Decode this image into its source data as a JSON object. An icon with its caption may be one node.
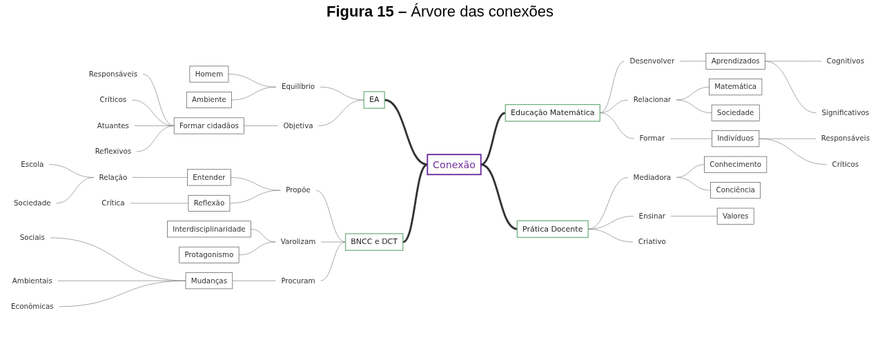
{
  "diagram": {
    "title": "**Figura 15 –** Árvore das conexões",
    "nodes": [
      {
        "text": [
          "Conexão"
        ]
      },
      {
        "text": [
          "EA"
        ]
      },
      {
        "text": [
          "Equilíbrio"
        ]
      },
      {
        "text": [
          "Homem"
        ]
      },
      {
        "text": [
          "Ambiente"
        ]
      },
      {
        "text": [
          "Objetiva"
        ]
      },
      {
        "text": [
          "Formar cidadãos"
        ]
      },
      {
        "text": [
          "Responsáveis"
        ]
      },
      {
        "text": [
          "Críticos"
        ]
      },
      {
        "text": [
          "Atuantes"
        ]
      },
      {
        "text": [
          "Reflexivos"
        ]
      },
      {
        "text": [
          "Educação Matemática"
        ]
      },
      {
        "text": [
          "Desenvolver"
        ]
      },
      {
        "text": [
          "Aprendizados"
        ]
      },
      {
        "text": [
          "Cognitivos"
        ]
      },
      {
        "text": [
          "Significativos"
        ]
      },
      {
        "text": [
          "Relacionar"
        ]
      },
      {
        "text": [
          "Matemática"
        ]
      },
      {
        "text": [
          "Sociedade"
        ]
      },
      {
        "text": [
          "Formar"
        ]
      },
      {
        "text": [
          "Indivíduos"
        ]
      },
      {
        "text": [
          "Responsáveis"
        ]
      },
      {
        "text": [
          "Críticos"
        ]
      },
      {
        "text": [
          "BNCC e DCT"
        ]
      },
      {
        "text": [
          "Propõe"
        ]
      },
      {
        "text": [
          "Entender"
        ]
      },
      {
        "text": [
          "Relação"
        ]
      },
      {
        "text": [
          "Escola"
        ]
      },
      {
        "text": [
          "Sociedade"
        ]
      },
      {
        "text": [
          "Reflexão"
        ]
      },
      {
        "text": [
          "Crítica"
        ]
      },
      {
        "text": [
          "Varolizam"
        ]
      },
      {
        "text": [
          "Interdisciplinaridade"
        ]
      },
      {
        "text": [
          "Protagonismo"
        ]
      },
      {
        "text": [
          "Procuram"
        ]
      },
      {
        "text": [
          "Mudanças"
        ]
      },
      {
        "text": [
          "Sociais"
        ]
      },
      {
        "text": [
          "Ambientais"
        ]
      },
      {
        "text": [
          "Econômicas"
        ]
      },
      {
        "text": [
          "Prática Docente"
        ]
      },
      {
        "text": [
          "Mediadora"
        ]
      },
      {
        "text": [
          "Conhecimento"
        ]
      },
      {
        "text": [
          "Conciência"
        ]
      },
      {
        "text": [
          "Ensinar"
        ]
      },
      {
        "text": [
          "Valores"
        ]
      },
      {
        "text": [
          "Criativo"
        ]
      }
    ],
    "edges": [
      {
        "from": 1,
        "to": 0,
        "arrow": "none",
        "style": "thick"
      },
      {
        "from": 2,
        "to": 1,
        "arrow": "none"
      },
      {
        "from": 3,
        "to": 2,
        "arrow": "none"
      },
      {
        "from": 4,
        "to": 2,
        "arrow": "none"
      },
      {
        "from": 5,
        "to": 1,
        "arrow": "none"
      },
      {
        "from": 6,
        "to": 5,
        "arrow": "none"
      },
      {
        "from": 7,
        "to": 6,
        "arrow": "none"
      },
      {
        "from": 8,
        "to": 6,
        "arrow": "none"
      },
      {
        "from": 9,
        "to": 6,
        "arrow": "none"
      },
      {
        "from": 10,
        "to": 6,
        "arrow": "none"
      },
      {
        "from": 0,
        "to": 11,
        "arrow": "none",
        "style": "thick"
      },
      {
        "from": 11,
        "to": 12,
        "arrow": "none"
      },
      {
        "from": 12,
        "to": 13,
        "arrow": "none"
      },
      {
        "from": 13,
        "to": 14,
        "arrow": "none"
      },
      {
        "from": 13,
        "to": 15,
        "arrow": "none"
      },
      {
        "from": 11,
        "to": 16,
        "arrow": "none"
      },
      {
        "from": 16,
        "to": 17,
        "arrow": "none"
      },
      {
        "from": 16,
        "to": 18,
        "arrow": "none"
      },
      {
        "from": 11,
        "to": 19,
        "arrow": "none"
      },
      {
        "from": 19,
        "to": 20,
        "arrow": "none"
      },
      {
        "from": 20,
        "to": 21,
        "arrow": "none"
      },
      {
        "from": 20,
        "to": 22,
        "arrow": "none"
      },
      {
        "from": 23,
        "to": 0,
        "arrow": "none",
        "style": "thick"
      },
      {
        "from": 24,
        "to": 23,
        "arrow": "none"
      },
      {
        "from": 25,
        "to": 24,
        "arrow": "none"
      },
      {
        "from": 26,
        "to": 25,
        "arrow": "none"
      },
      {
        "from": 27,
        "to": 26,
        "arrow": "none"
      },
      {
        "from": 28,
        "to": 26,
        "arrow": "none"
      },
      {
        "from": 29,
        "to": 24,
        "arrow": "none"
      },
      {
        "from": 30,
        "to": 29,
        "arrow": "none"
      },
      {
        "from": 31,
        "to": 23,
        "arrow": "none"
      },
      {
        "from": 32,
        "to": 31,
        "arrow": "none"
      },
      {
        "from": 33,
        "to": 31,
        "arrow": "none"
      },
      {
        "from": 34,
        "to": 23,
        "arrow": "none"
      },
      {
        "from": 35,
        "to": 34,
        "arrow": "none"
      },
      {
        "from": 36,
        "to": 35,
        "arrow": "none"
      },
      {
        "from": 37,
        "to": 35,
        "arrow": "none"
      },
      {
        "from": 38,
        "to": 35,
        "arrow": "none"
      },
      {
        "from": 0,
        "to": 39,
        "arrow": "none",
        "style": "thick"
      },
      {
        "from": 39,
        "to": 40,
        "arrow": "none"
      },
      {
        "from": 40,
        "to": 41,
        "arrow": "none"
      },
      {
        "from": 40,
        "to": 42,
        "arrow": "none"
      },
      {
        "from": 39,
        "to": 43,
        "arrow": "none"
      },
      {
        "from": 43,
        "to": 44,
        "arrow": "none"
      },
      {
        "from": 39,
        "to": 45,
        "arrow": "none"
      }
    ]
  }
}
